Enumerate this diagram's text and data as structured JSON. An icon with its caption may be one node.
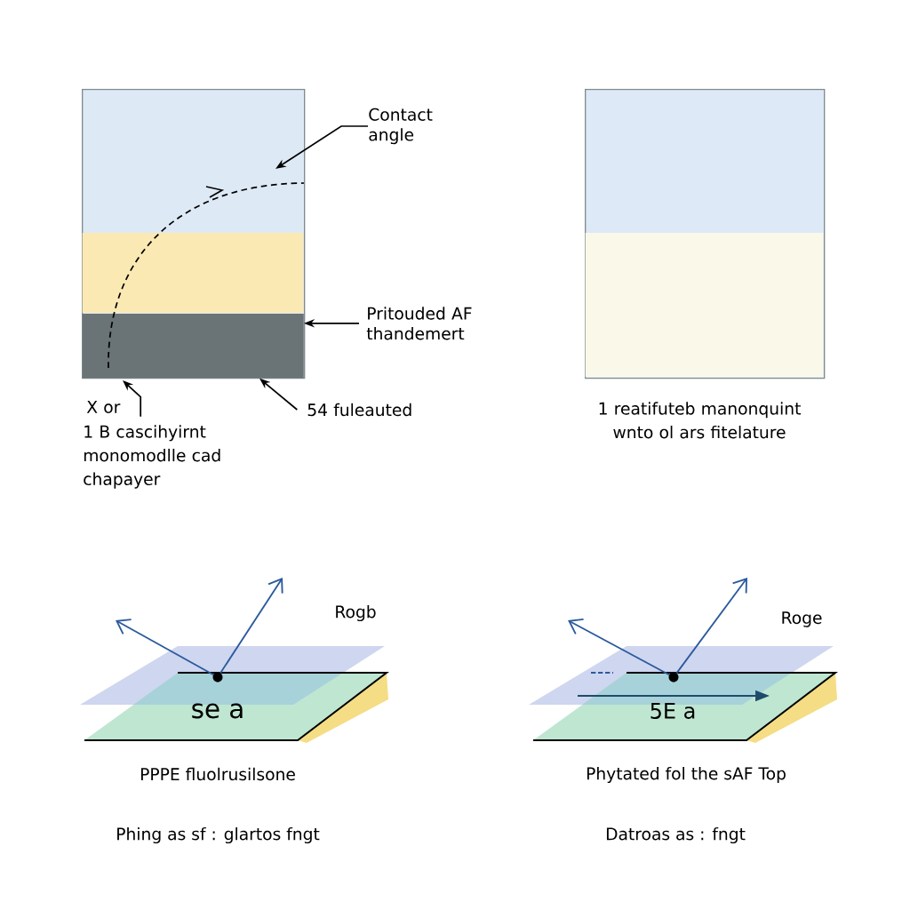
{
  "diagram": {
    "nodes": [
      {
        "text": [],
        "shape": "box"
      },
      {
        "text": [],
        "shape": "bar",
        "in": 0
      },
      {
        "text": [
          "Contact angle"
        ]
      },
      {
        "text": [
          "Pritouded AF thandemert"
        ]
      },
      {
        "text": [
          "54 fuleauted"
        ]
      },
      {
        "text": [
          "X or"
        ],
        "beside": [
          "1 B cascihyirnt monomodlle cad chapayer"
        ]
      },
      {
        "text": [],
        "shape": "box",
        "beside": [
          "1 reatifuteb manonquint wnto ol ars fitelature"
        ]
      }
    ],
    "edges": [
      {
        "from": 2,
        "to": null,
        "arrow": "to"
      },
      {
        "from": 3,
        "to": 1,
        "arrow": "to"
      },
      {
        "from": 4,
        "to": 1,
        "arrow": "to"
      },
      {
        "from": 5,
        "to": null,
        "arrow": "to"
      }
    ],
    "labels": [
      "Rogb",
      "Roge",
      "se a",
      "5E a",
      "PPPE fluolrusilsone",
      "Phytated fol the sAF Top",
      "Phing as sf : glartos fngt",
      "Datroas as : fngt"
    ]
  }
}
